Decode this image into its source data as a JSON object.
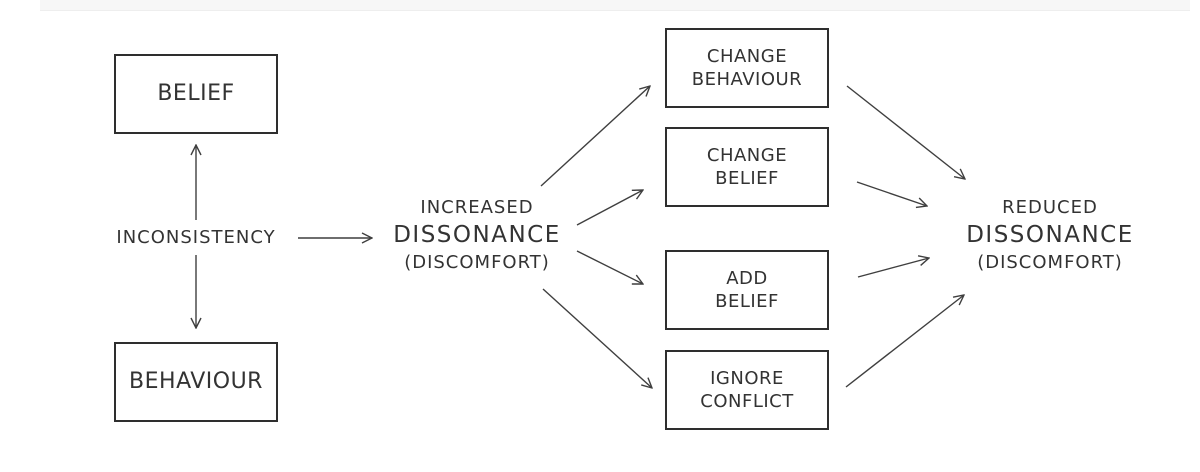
{
  "nodes": {
    "belief": "BELIEF",
    "behaviour": "BEHAVIOUR",
    "inconsistency": "INCONSISTENCY",
    "increased": {
      "line1": "INCREASED",
      "line2": "DISSONANCE",
      "line3": "(DISCOMFORT)"
    },
    "options": [
      {
        "line1": "CHANGE",
        "line2": "BEHAVIOUR"
      },
      {
        "line1": "CHANGE",
        "line2": "BELIEF"
      },
      {
        "line1": "ADD",
        "line2": "BELIEF"
      },
      {
        "line1": "IGNORE",
        "line2": "CONFLICT"
      }
    ],
    "reduced": {
      "line1": "REDUCED",
      "line2": "DISSONANCE",
      "line3": "(DISCOMFORT)"
    }
  },
  "colors": {
    "stroke": "#2e2e2e",
    "text": "#333333",
    "background": "#ffffff"
  }
}
